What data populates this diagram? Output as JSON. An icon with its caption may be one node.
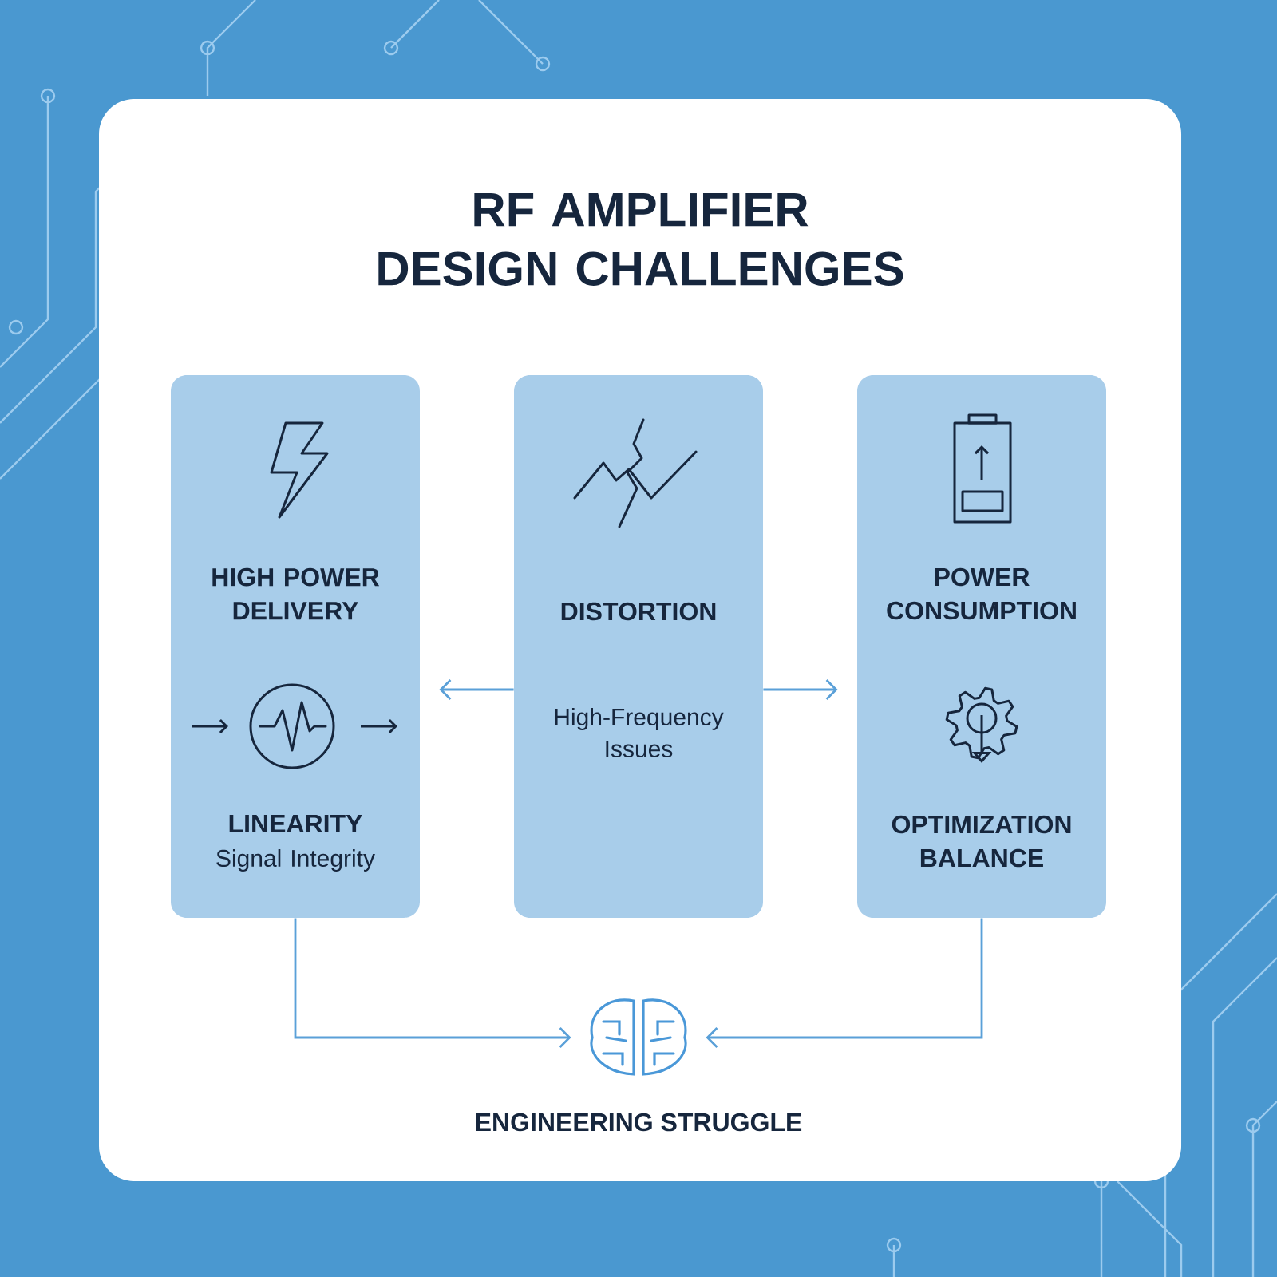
{
  "diagram": {
    "title": "RF AMPLIFIER DESIGN CHALLENGES",
    "nodes": [
      {
        "text": [
          "HIGH POWER DELIVERY",
          "LINEARITY",
          "Signal Integrity"
        ]
      },
      {
        "text": [
          "DISTORTION",
          "High-Frequency Issues"
        ]
      },
      {
        "text": [
          "POWER CONSUMPTION",
          "OPTIMIZATION BALANCE"
        ]
      },
      {
        "text": [],
        "shape": "picture",
        "beside": [
          "ENGINEERING STRUGGLE"
        ]
      }
    ],
    "edges": [
      {
        "from": 1,
        "to": 0,
        "arrow": "to"
      },
      {
        "from": 1,
        "to": 2,
        "arrow": "to"
      },
      {
        "from": 0,
        "to": 3,
        "arrow": "to"
      },
      {
        "from": 2,
        "to": 3,
        "arrow": "to"
      }
    ]
  }
}
